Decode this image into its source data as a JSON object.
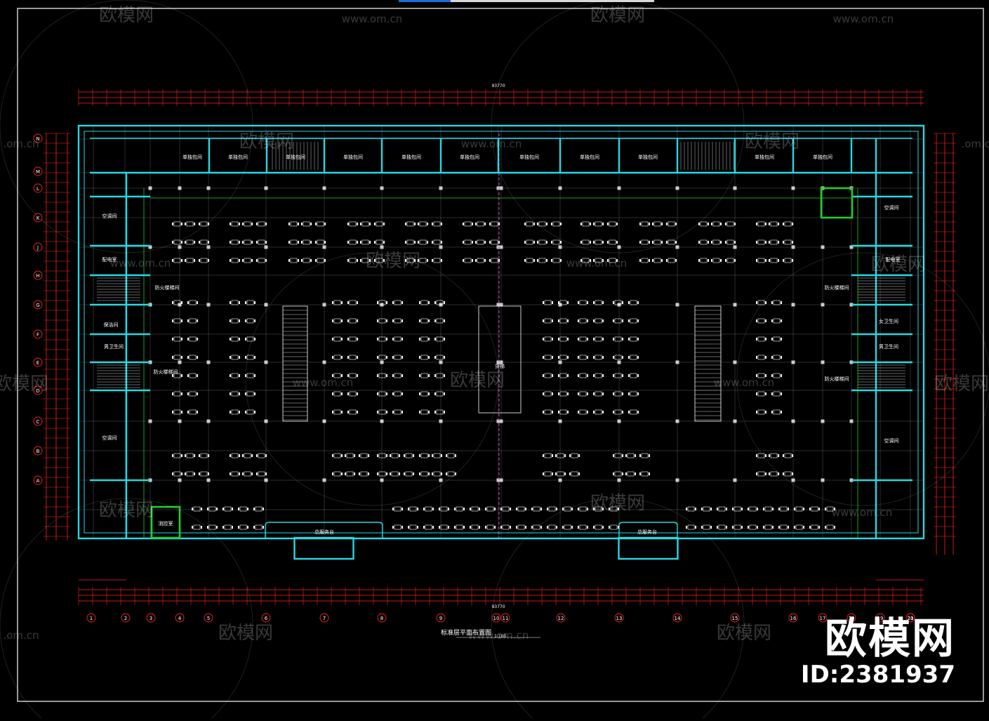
{
  "drawing": {
    "title": "标准层平面布置图",
    "scale": "1:100",
    "total_dim": "93770",
    "rooms": {
      "private": "单独包间",
      "ac_room": "空调间",
      "power_room": "配电室",
      "fire_stair": "防火楼梯间",
      "service_desk": "总服务台",
      "male_wc": "男卫生间",
      "female_wc": "女卫生间",
      "clean_room": "保洁间",
      "control_room": "消控室",
      "elevator": "货梯"
    },
    "bottom_axes": [
      "1",
      "2",
      "3",
      "4",
      "5",
      "6",
      "7",
      "8",
      "9",
      "10",
      "11",
      "12",
      "13",
      "14",
      "15",
      "16",
      "17",
      "18",
      "19",
      "20",
      "21"
    ],
    "left_axes": [
      "N",
      "M",
      "L",
      "K",
      "J",
      "H",
      "G",
      "F",
      "E",
      "D",
      "C",
      "B",
      "A"
    ]
  },
  "watermark": {
    "brand": "欧模网",
    "site": "www.om.cn",
    "site_short": ".om.cn",
    "id_text": "ID:2381937"
  },
  "colors": {
    "wall": "#27d8e3",
    "grid": "#d0d0d0",
    "dim": "#ff2020",
    "furniture": "#ffffff",
    "green": "#1fcf2a",
    "magenta": "#c040c0",
    "frame": "#ffffff"
  }
}
